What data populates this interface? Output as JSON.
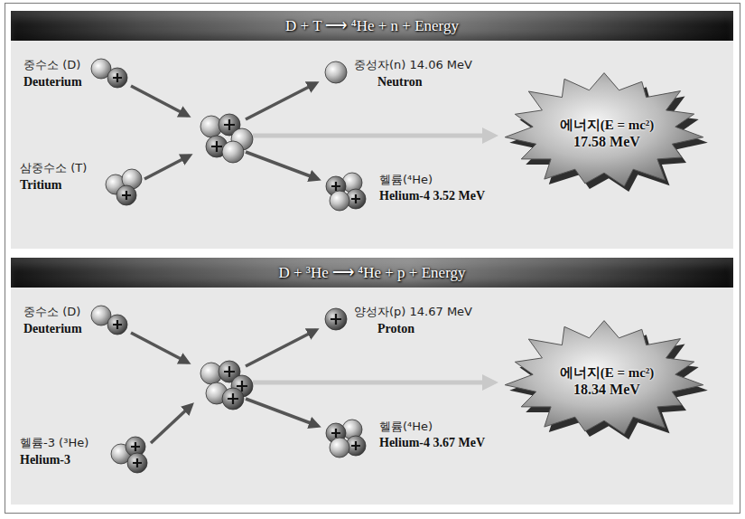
{
  "diagram": {
    "nodes": [
      {
        "text": [
          "D + T ⟶ ⁴He + n + Energy"
        ]
      },
      {
        "text": [
          "에너지(E = mc²)",
          "17.58 MeV"
        ]
      },
      {
        "text": [
          "D + ³He ⟶ ⁴He + p + Energy"
        ]
      },
      {
        "text": [
          "에너지(E = mc²)",
          "18.34 MeV"
        ]
      }
    ],
    "labels": [
      "중수소 (D)",
      "Deuterium",
      "삼중수소 (T)",
      "Tritium",
      "중성자(n) 14.06 MeV",
      "Neutron",
      "헬륨(⁴He)",
      "Helium-4 3.52 MeV",
      "중수소 (D)",
      "Deuterium",
      "헬륨-3 (³He)",
      "Helium-3",
      "양성자(p) 14.67 MeV",
      "Proton",
      "헬륨(⁴He)",
      "Helium-4 3.67 MeV"
    ]
  }
}
